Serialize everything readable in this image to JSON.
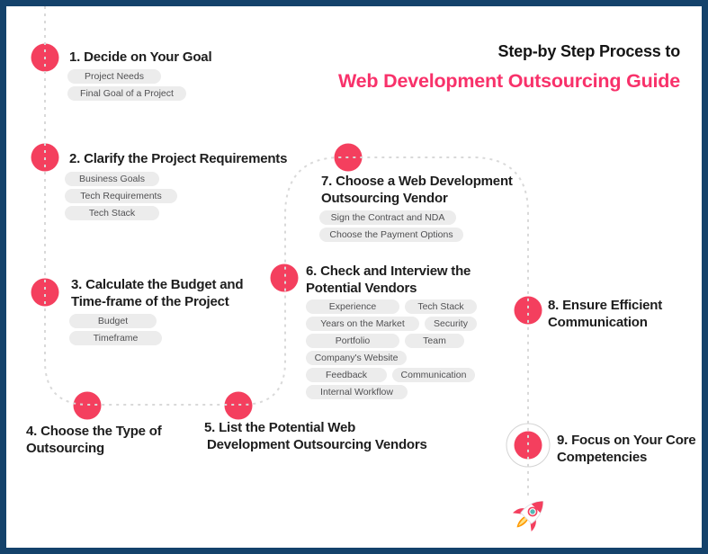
{
  "header": {
    "line1": "Step-by Step Process to",
    "line2": "Web Development Outsourcing Guide"
  },
  "colors": {
    "accent": "#f43f5e",
    "title_pink": "#f8316a",
    "border_navy": "#14426b",
    "dash_gray": "#d9d9d9",
    "ring_gray": "#d4d4d4",
    "tag_bg": "#ececec",
    "tag_text": "#505052",
    "heading_text": "#1d1d1d"
  },
  "steps": [
    {
      "lines": [
        "1. Decide on Your Goal"
      ],
      "tags": [
        "Project Needs",
        "Final Goal of a Project"
      ]
    },
    {
      "lines": [
        "2. Clarify the Project Requirements"
      ],
      "tags": [
        "Business Goals",
        "Tech Requirements",
        "Tech Stack"
      ]
    },
    {
      "lines": [
        "3. Calculate the Budget and",
        "Time-frame of the Project"
      ],
      "tags": [
        "Budget",
        "Timeframe"
      ]
    },
    {
      "lines": [
        "4. Choose the Type of",
        "Outsourcing"
      ],
      "tags": []
    },
    {
      "lines": [
        "5. List the Potential Web",
        "Development Outsourcing Vendors"
      ],
      "tags": []
    },
    {
      "lines": [
        "6. Check and Interview the",
        "Potential Vendors"
      ],
      "tags": [
        "Experience",
        "Tech Stack",
        "Years on the Market",
        "Security",
        "Portfolio",
        "Team",
        "Company's Website",
        "Feedback",
        "Communication",
        "Internal Workflow"
      ]
    },
    {
      "lines": [
        "7. Choose a Web Development",
        "Outsourcing Vendor"
      ],
      "tags": [
        "Sign the Contract and NDA",
        "Choose the Payment Options"
      ]
    },
    {
      "lines": [
        "8. Ensure Efficient",
        "Communication"
      ],
      "tags": []
    },
    {
      "lines": [
        "9. Focus on Your Core",
        "Competencies"
      ],
      "tags": []
    }
  ],
  "icons": {
    "rocket": "rocket-icon"
  }
}
